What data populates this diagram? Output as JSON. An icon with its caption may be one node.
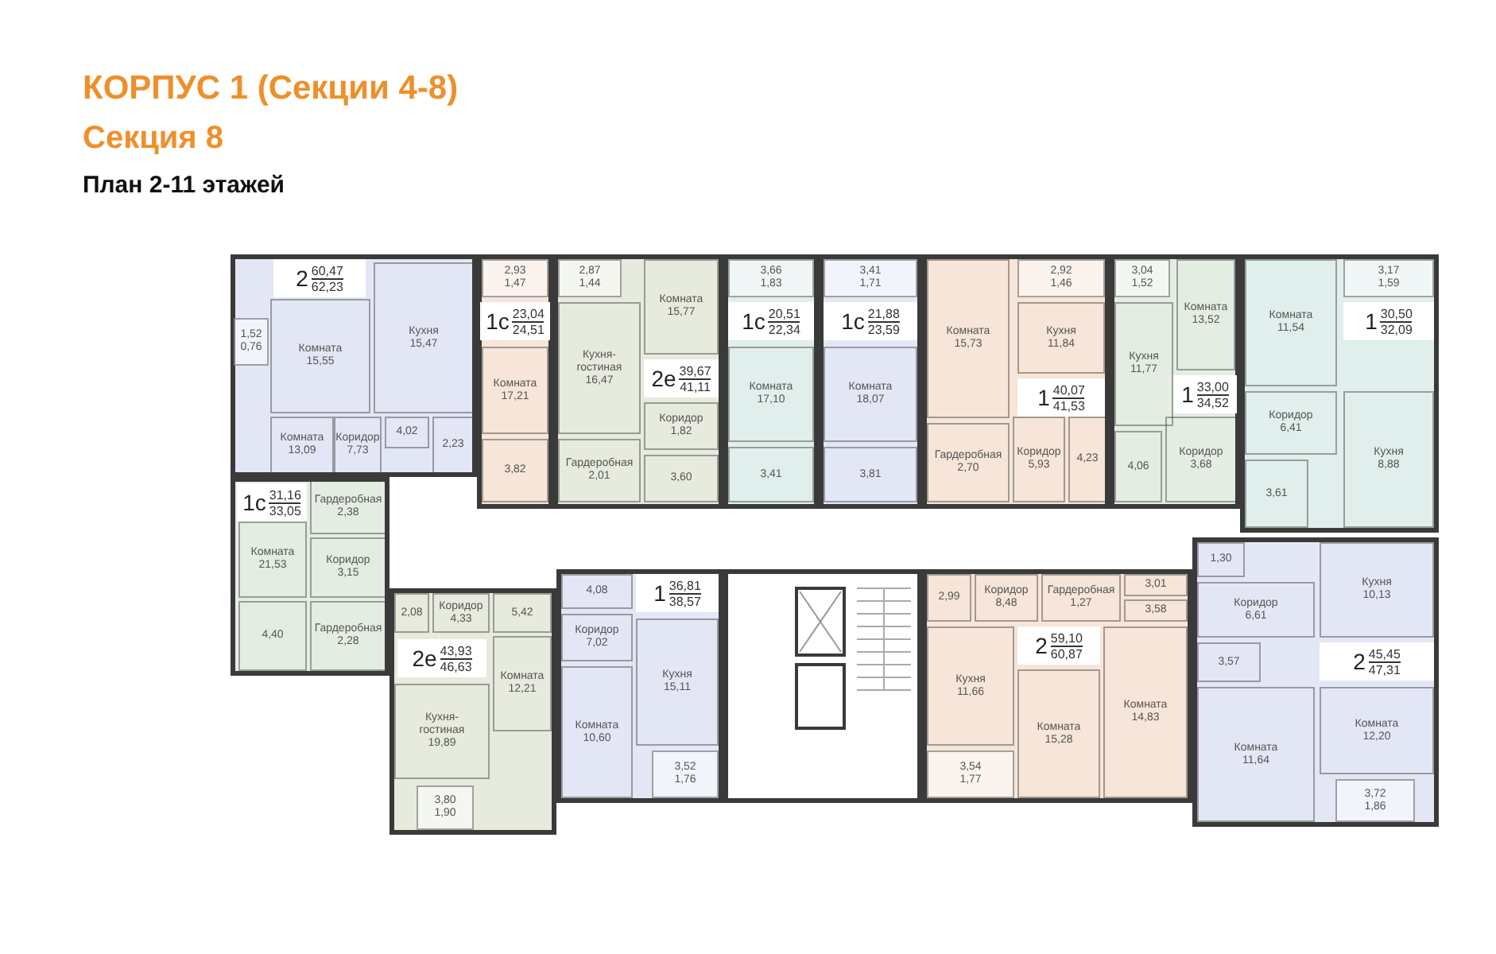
{
  "diagram": {
    "title": "КОРПУС 1 (Секции 4-8)",
    "labels": [
      "Секция 8",
      "План 2-11 этажей"
    ],
    "nodes": [
      {
        "text": [
          "2",
          "60,47",
          "62,23"
        ]
      },
      {
        "text": [
          "1,52 0,76"
        ],
        "in": 0
      },
      {
        "text": [
          "Комната 15,55"
        ],
        "in": 0
      },
      {
        "text": [
          "Кухня 15,47"
        ],
        "in": 0
      },
      {
        "text": [
          "Комната 13,09"
        ],
        "in": 0
      },
      {
        "text": [
          "Коридор 7,73"
        ],
        "in": 0
      },
      {
        "text": [
          "4,02"
        ],
        "in": 0
      },
      {
        "text": [
          "2,23"
        ],
        "in": 0
      },
      {
        "text": [
          "1с",
          "23,04",
          "24,51"
        ]
      },
      {
        "text": [
          "2,93 1,47"
        ],
        "in": 8
      },
      {
        "text": [
          "Комната 17,21"
        ],
        "in": 8
      },
      {
        "text": [
          "3,82"
        ],
        "in": 8
      },
      {
        "text": [
          "2е",
          "39,67",
          "41,11"
        ]
      },
      {
        "text": [
          "2,87 1,44"
        ],
        "in": 12
      },
      {
        "text": [
          "Комната 15,77"
        ],
        "in": 12
      },
      {
        "text": [
          "Кухня-гостиная 16,47"
        ],
        "in": 12
      },
      {
        "text": [
          "Коридор 1,82"
        ],
        "in": 12
      },
      {
        "text": [
          "3,60"
        ],
        "in": 12
      },
      {
        "text": [
          "Гардеробная 2,01"
        ],
        "in": 12
      },
      {
        "text": [
          "1с",
          "20,51",
          "22,34"
        ]
      },
      {
        "text": [
          "3,66 1,83"
        ],
        "in": 19
      },
      {
        "text": [
          "Комната 17,10"
        ],
        "in": 19
      },
      {
        "text": [
          "3,41"
        ],
        "in": 19
      },
      {
        "text": [
          "1с",
          "21,88",
          "23,59"
        ]
      },
      {
        "text": [
          "3,41 1,71"
        ],
        "in": 23
      },
      {
        "text": [
          "Комната 18,07"
        ],
        "in": 23
      },
      {
        "text": [
          "3,81"
        ],
        "in": 23
      },
      {
        "text": [
          "1",
          "40,07",
          "41,53"
        ]
      },
      {
        "text": [
          "Комната 15,73"
        ],
        "in": 27
      },
      {
        "text": [
          "2,92 1,46"
        ],
        "in": 27
      },
      {
        "text": [
          "Кухня 11,84"
        ],
        "in": 27
      },
      {
        "text": [
          "Гардеробная 2,70"
        ],
        "in": 27
      },
      {
        "text": [
          "Коридор 5,93"
        ],
        "in": 27
      },
      {
        "text": [
          "4,23"
        ],
        "in": 27
      },
      {
        "text": [
          "1",
          "33,00",
          "34,52"
        ]
      },
      {
        "text": [
          "3,04 1,52"
        ],
        "in": 34
      },
      {
        "text": [
          "Комната 13,52"
        ],
        "in": 34
      },
      {
        "text": [
          "Кухня 11,77"
        ],
        "in": 34
      },
      {
        "text": [
          "4,06"
        ],
        "in": 34
      },
      {
        "text": [
          "Коридор 3,68"
        ],
        "in": 34
      },
      {
        "text": [
          "1",
          "30,50",
          "32,09"
        ]
      },
      {
        "text": [
          "Комната 11,54"
        ],
        "in": 40
      },
      {
        "text": [
          "3,17 1,59"
        ],
        "in": 40
      },
      {
        "text": [
          "Коридор 6,41"
        ],
        "in": 40
      },
      {
        "text": [
          "3,61"
        ],
        "in": 40
      },
      {
        "text": [
          "Кухня 8,88"
        ],
        "in": 40
      },
      {
        "text": [
          "1с",
          "31,16",
          "33,05"
        ]
      },
      {
        "text": [
          "Гардеробная 2,38"
        ],
        "in": 46
      },
      {
        "text": [
          "Комната 21,53"
        ],
        "in": 46
      },
      {
        "text": [
          "Коридор 3,15"
        ],
        "in": 46
      },
      {
        "text": [
          "4,40"
        ],
        "in": 46
      },
      {
        "text": [
          "Гардеробная 2,28"
        ],
        "in": 46
      },
      {
        "text": [
          "2е",
          "43,93",
          "46,63"
        ]
      },
      {
        "text": [
          "2,08"
        ],
        "in": 52
      },
      {
        "text": [
          "Коридор 4,33"
        ],
        "in": 52
      },
      {
        "text": [
          "5,42"
        ],
        "in": 52
      },
      {
        "text": [
          "Комната 12,21"
        ],
        "in": 52
      },
      {
        "text": [
          "Кухня-гостиная 19,89"
        ],
        "in": 52
      },
      {
        "text": [
          "3,80 1,90"
        ],
        "in": 52
      },
      {
        "text": [
          "1",
          "36,81",
          "38,57"
        ]
      },
      {
        "text": [
          "4,08"
        ],
        "in": 59
      },
      {
        "text": [
          "Коридор 7,02"
        ],
        "in": 59
      },
      {
        "text": [
          "Комната 10,60"
        ],
        "in": 59
      },
      {
        "text": [
          "Кухня 15,11"
        ],
        "in": 59
      },
      {
        "text": [
          "3,52 1,76"
        ],
        "in": 59
      },
      {
        "text": [
          "2",
          "59,10",
          "60,87"
        ]
      },
      {
        "text": [
          "2,99"
        ],
        "in": 65
      },
      {
        "text": [
          "Коридор 8,48"
        ],
        "in": 65
      },
      {
        "text": [
          "Гардеробная 1,27"
        ],
        "in": 65
      },
      {
        "text": [
          "3,01"
        ],
        "in": 65
      },
      {
        "text": [
          "3,58"
        ],
        "in": 65
      },
      {
        "text": [
          "Кухня 11,66"
        ],
        "in": 65
      },
      {
        "text": [
          "Комната 15,28"
        ],
        "in": 65
      },
      {
        "text": [
          "Комната 14,83"
        ],
        "in": 65
      },
      {
        "text": [
          "3,54 1,77"
        ],
        "in": 65
      },
      {
        "text": [
          "2",
          "45,45",
          "47,31"
        ]
      },
      {
        "text": [
          "1,30"
        ],
        "in": 75
      },
      {
        "text": [
          "Коридор 6,61"
        ],
        "in": 75
      },
      {
        "text": [
          "Кухня 10,13"
        ],
        "in": 75
      },
      {
        "text": [
          "3,57"
        ],
        "in": 75
      },
      {
        "text": [
          "Комната 11,64"
        ],
        "in": 75
      },
      {
        "text": [
          "Комната 12,20"
        ],
        "in": 75
      },
      {
        "text": [
          "3,72 1,86"
        ],
        "in": 75
      }
    ]
  }
}
